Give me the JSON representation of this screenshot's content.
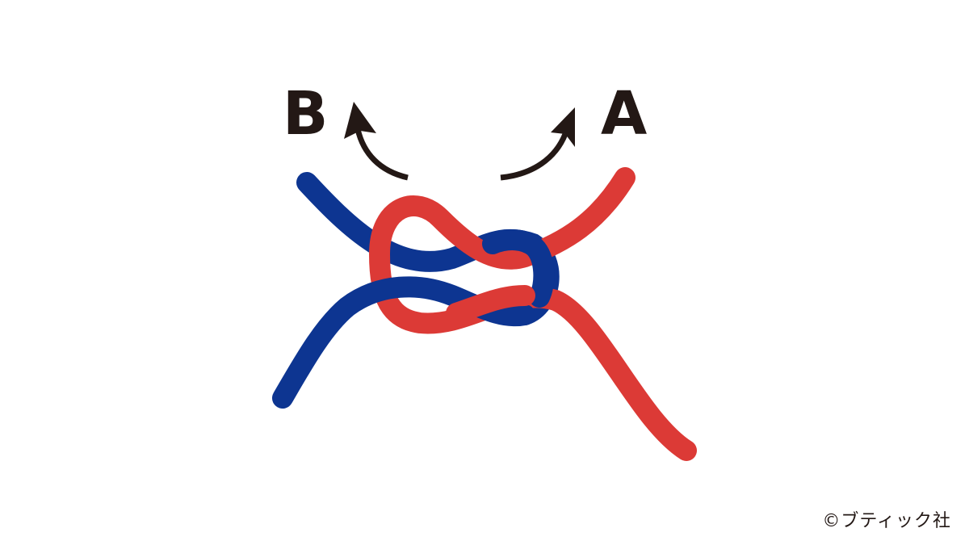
{
  "labels": {
    "a": "A",
    "b": "B"
  },
  "copyright": "©ブティック社",
  "colors": {
    "cord_a": "#dc3a36",
    "cord_b": "#0d3591",
    "arrow": "#231815",
    "text": "#231815",
    "background": "#ffffff"
  }
}
